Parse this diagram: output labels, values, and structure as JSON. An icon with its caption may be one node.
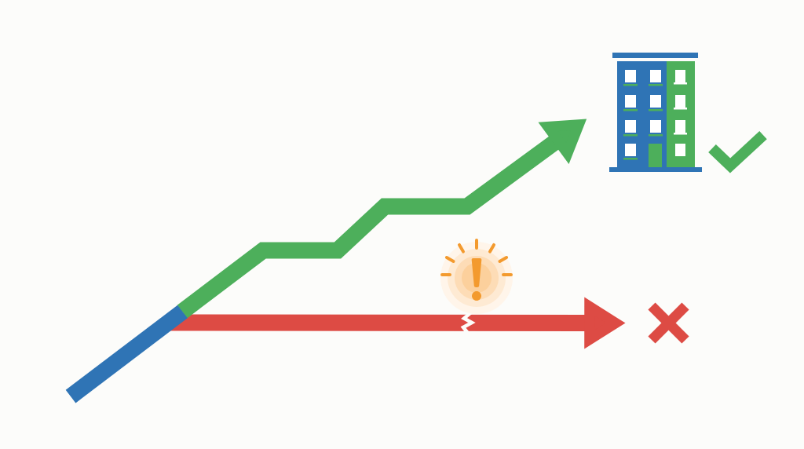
{
  "diagram": {
    "nodes": [
      {
        "text": [],
        "shape": "picture"
      },
      {
        "text": [],
        "shape": "cross"
      }
    ],
    "edges": [
      {
        "from": null,
        "to": 0,
        "arrow": "to",
        "color": "#4daf5b"
      },
      {
        "from": null,
        "to": 1,
        "arrow": "to",
        "color": "#dd4b44"
      }
    ]
  }
}
